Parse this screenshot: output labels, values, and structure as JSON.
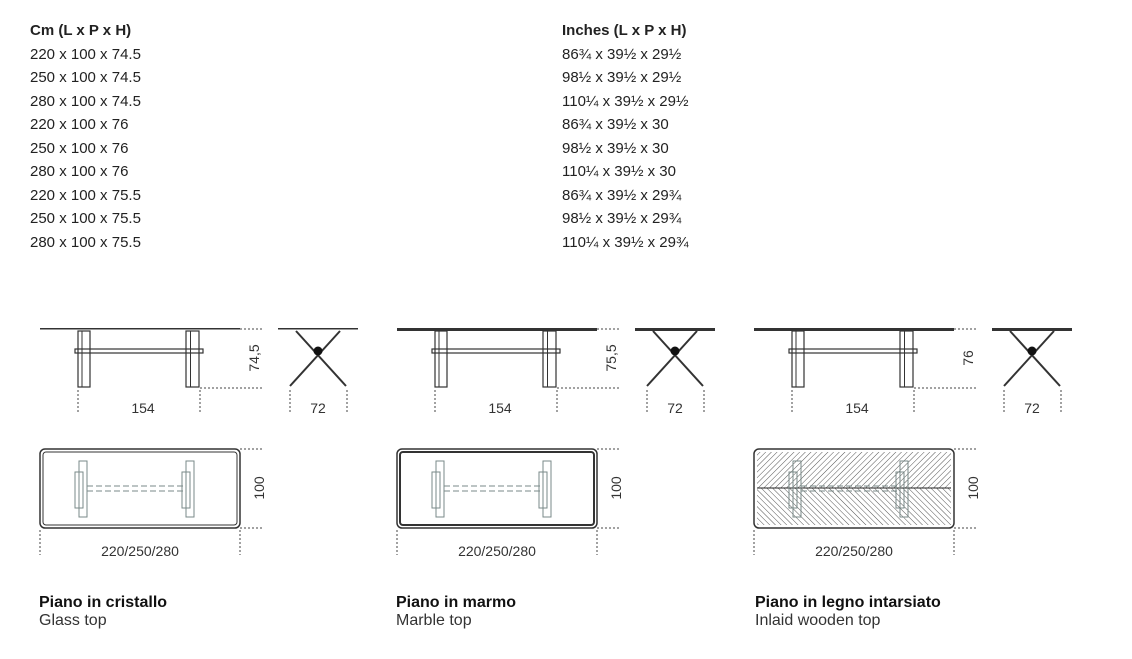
{
  "cm_column": {
    "header": "Cm (L x P x H)",
    "rows": [
      "220 x 100 x 74.5",
      "250 x 100 x 74.5",
      "280 x 100 x 74.5",
      "220 x 100 x 76",
      "250 x 100 x 76",
      "280 x 100 x 76",
      "220 x 100 x 75.5",
      "250 x 100 x 75.5",
      "280 x 100 x 75.5"
    ]
  },
  "inches_column": {
    "header": "Inches (L x P x H)",
    "rows": [
      "86¾ x 39½ x 29½",
      "98½ x 39½ x 29½",
      "110¼ x 39½ x 29½",
      "86¾ x 39½ x 30",
      "98½ x 39½ x 30",
      "110¼ x 39½ x 30",
      "86¾ x 39½ x 29¾",
      "98½ x 39½ x 29¾",
      "110¼ x 39½ x 29¾"
    ]
  },
  "variants": [
    {
      "id": "glass",
      "title": "Piano in cristallo",
      "subtitle": "Glass top",
      "height": "74,5",
      "leg_span": "154",
      "end_width": "72",
      "depth": "100",
      "lengths": "220/250/280",
      "top": "glass"
    },
    {
      "id": "marble",
      "title": "Piano in marmo",
      "subtitle": "Marble top",
      "height": "75,5",
      "leg_span": "154",
      "end_width": "72",
      "depth": "100",
      "lengths": "220/250/280",
      "top": "marble"
    },
    {
      "id": "wood",
      "title": "Piano in legno intarsiato",
      "subtitle": "Inlaid wooden top",
      "height": "76",
      "leg_span": "154",
      "end_width": "72",
      "depth": "100",
      "lengths": "220/250/280",
      "top": "wood"
    }
  ],
  "colors": {
    "line": "#333333",
    "frame": "#7a8a88",
    "text": "#222222"
  }
}
